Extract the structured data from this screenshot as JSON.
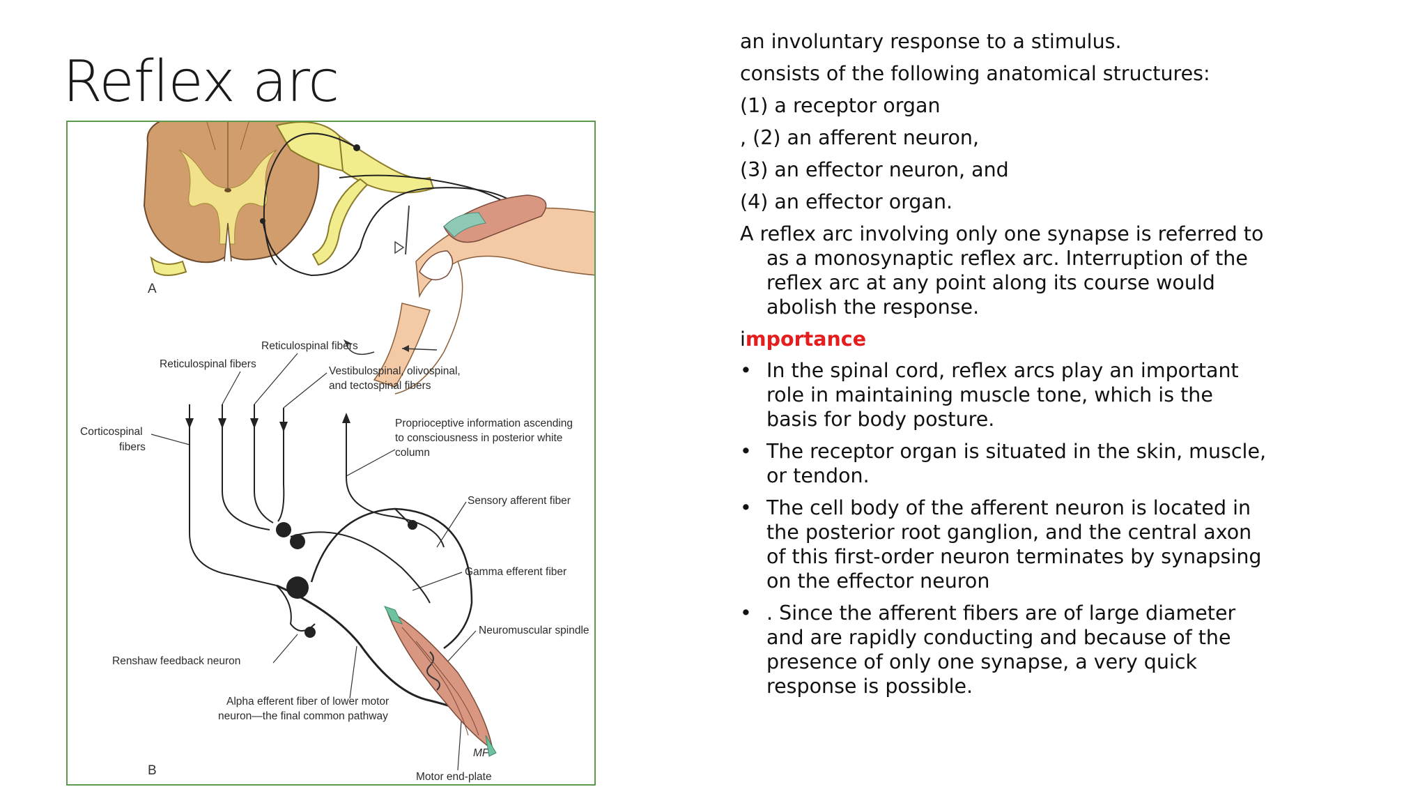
{
  "slide": {
    "title": "Reflex arc"
  },
  "figure": {
    "panel_a": "A",
    "panel_b": "B",
    "labels": {
      "reticulospinal_1": "Reticulospinal fibers",
      "reticulospinal_2": "Reticulospinal fibers",
      "vestibulo_1": "Vestibulospinal, olivospinal,",
      "vestibulo_2": "and tectospinal fibers",
      "corticospinal_1": "Corticospinal",
      "corticospinal_2": "fibers",
      "proprio_1": "Proprioceptive information ascending",
      "proprio_2": "to consciousness in posterior white",
      "proprio_3": "column",
      "sensory": "Sensory afferent fiber",
      "gamma": "Gamma efferent fiber",
      "spindle": "Neuromuscular spindle",
      "renshaw": "Renshaw feedback neuron",
      "alpha_1": "Alpha efferent fiber of lower motor",
      "alpha_2": "neuron—the final common pathway",
      "endplate": "Motor end-plate",
      "signature": "MF"
    }
  },
  "text": {
    "intro": [
      " an involuntary response to a stimulus.",
      "consists of the following anatomical structures:",
      " (1) a receptor organ",
      ", (2) an afferent neuron,",
      " (3) an effector neuron, and",
      " (4) an effector organ.",
      " A reflex arc involving only one synapse is referred to as a monosynaptic reflex arc. Interruption of the reflex arc at any point along its course would abolish the response."
    ],
    "importance_prefix": "i",
    "importance_word": "mportance",
    "bullet_char": "•",
    "bullets": [
      "In the spinal cord, reflex arcs play an important role in maintaining muscle tone, which is the basis for body posture.",
      " The receptor organ is situated in the skin, muscle, or tendon.",
      " The cell body of the afferent neuron is located in the posterior root ganglion, and the central axon of this first-order neuron terminates by synapsing on the effector neuron",
      ". Since the afferent fibers are of large diameter and are rapidly conducting and because of the presence of only one synapse, a very quick response is possible."
    ]
  },
  "colors": {
    "importance_red": "#e41e1e",
    "frame_green": "#5b9a4d",
    "grey_matter": "#d19d6c",
    "nerve_yellow": "#f1ec8c",
    "muscle_pink": "#d99782"
  }
}
